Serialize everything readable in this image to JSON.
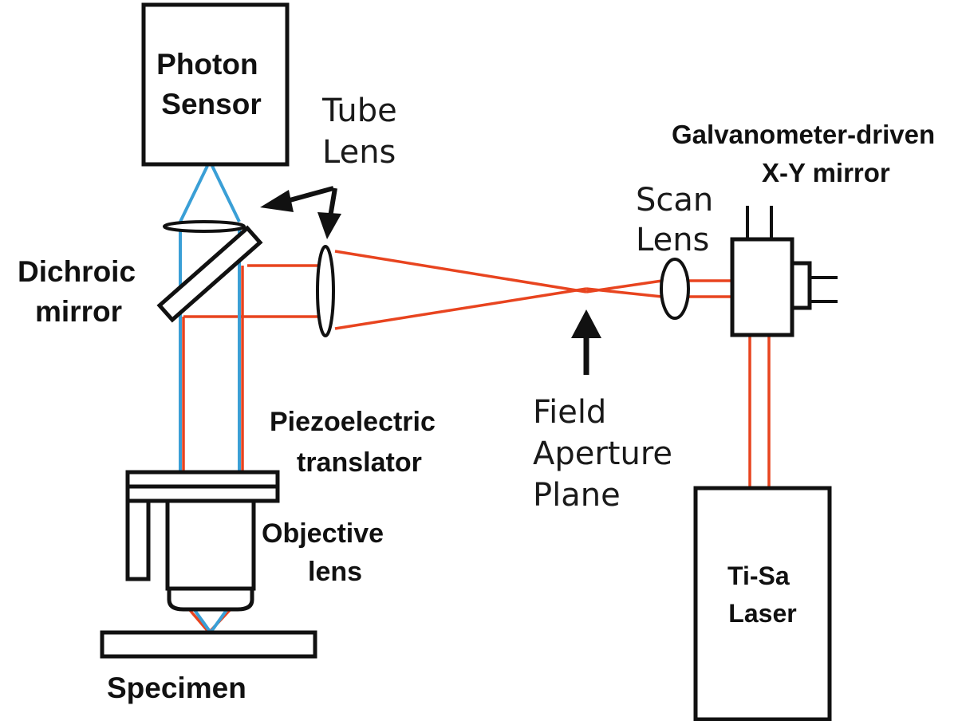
{
  "labels": {
    "photon_sensor": [
      "Photon",
      "Sensor"
    ],
    "tube_lens": [
      "Tube",
      "Lens"
    ],
    "galvanometer": [
      "Galvanometer-driven",
      "X-Y mirror"
    ],
    "scan_lens": [
      "Scan",
      "Lens"
    ],
    "dichroic_mirror": [
      "Dichroic",
      "mirror"
    ],
    "piezo": [
      "Piezoelectric",
      "translator"
    ],
    "field_aperture": [
      "Field",
      "Aperture",
      "Plane"
    ],
    "objective_lens": [
      "Objective",
      "lens"
    ],
    "laser": [
      "Ti-Sa",
      "Laser"
    ],
    "specimen": "Specimen"
  },
  "colors": {
    "excitation_beam": "#e8441f",
    "emission_beam": "#3a9fd6",
    "outline": "#111111"
  }
}
